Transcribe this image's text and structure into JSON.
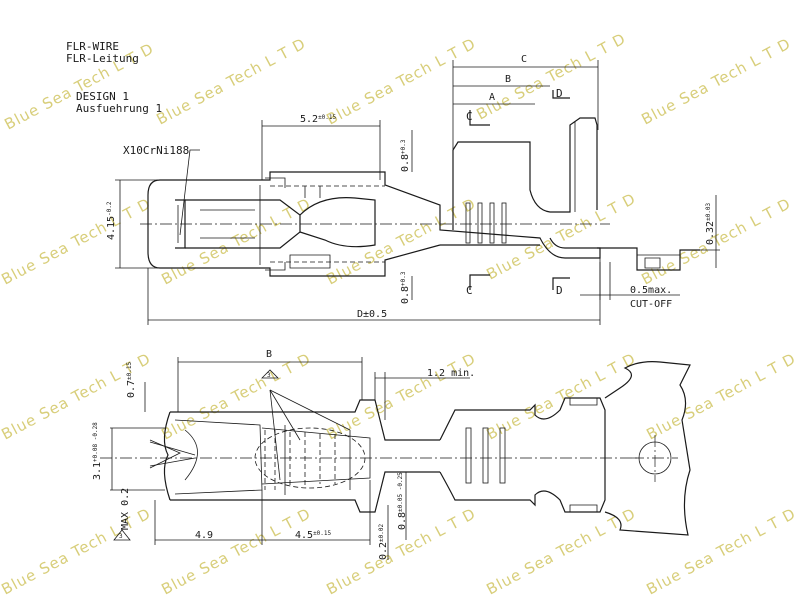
{
  "notes": {
    "line1": "FLR-WIRE",
    "line2": "FLR-Leitung",
    "line3": "DESIGN 1",
    "line4": "Ausfuehrung 1"
  },
  "material": "X10CrNi188",
  "watermark": "Blue Sea Tech  L T D",
  "top_view": {
    "dim_a": "A",
    "dim_b": "B",
    "dim_c": "C",
    "dim_len": "5.2",
    "dim_len_tol": "±0.15",
    "dim_height": "4.15",
    "dim_height_tol": "-0.2",
    "dim_top_gap": "0.8",
    "dim_top_gap_tol": "+0.3",
    "dim_bot_gap": "0.8",
    "dim_bot_gap_tol": "+0.3",
    "dim_thick": "0.32",
    "dim_thick_tol": "±0.03",
    "dim_total": "D±0.5",
    "cutoff_1": "0.5max.",
    "cutoff_2": "CUT-OFF",
    "section_c": "C",
    "section_d": "D"
  },
  "bottom_view": {
    "dim_b": "B",
    "dim_min": "1.2 min.",
    "dim_07": "0.7",
    "dim_07_tol": "±0.15",
    "dim_31": "3.1",
    "dim_31_tol": "+0.08 -0.28",
    "dim_max": "MAX 0.2",
    "dim_49": "4.9",
    "dim_45": "4.5",
    "dim_45_tol": "±0.15",
    "dim_02": "0.2",
    "dim_02_tol": "±0.02",
    "dim_08": "0.8",
    "dim_08_tol": "±0.05 -0.25",
    "note_num": "3",
    "note_num2": "3"
  }
}
